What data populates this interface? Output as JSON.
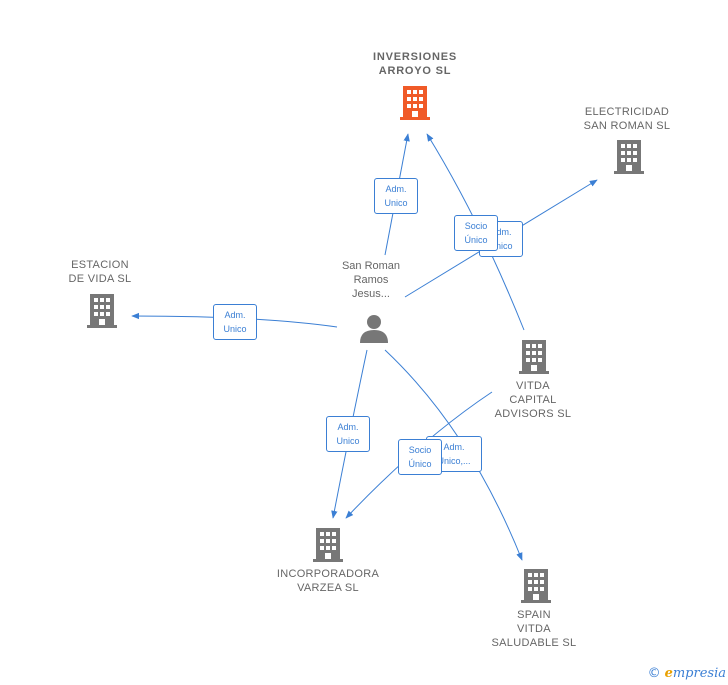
{
  "colors": {
    "edge": "#3b7fd4",
    "company_icon": "#777777",
    "main_company_icon": "#f05a28",
    "person_icon": "#777777",
    "label_text": "#666666"
  },
  "nodes": {
    "inversiones": {
      "label": "INVERSIONES\nARROYO  SL",
      "icon": "building-icon"
    },
    "electricidad": {
      "label": "ELECTRICIDAD\nSAN ROMAN SL",
      "icon": "building-icon"
    },
    "estacion": {
      "label": "ESTACION\nDE VIDA SL",
      "icon": "building-icon"
    },
    "person": {
      "label": "San Roman\nRamos\nJesus...",
      "icon": "person-icon"
    },
    "vitda_capital": {
      "label": "VITDA\nCAPITAL\nADVISORS  SL",
      "icon": "building-icon"
    },
    "incorporadora": {
      "label": "INCORPORADORA\nVARZEA  SL",
      "icon": "building-icon"
    },
    "spain_vitda": {
      "label": "SPAIN\nVITDA\nSALUDABLE SL",
      "icon": "building-icon"
    }
  },
  "edge_labels": {
    "person_inversiones": "Adm.\nUnico",
    "person_electricidad": "Adm.\nUnico",
    "vitda_inversiones": "Socio\nÚnico",
    "person_estacion": "Adm.\nUnico",
    "person_incorporadora": "Adm.\nUnico",
    "person_spain": "Adm.\nUnico,...",
    "vitda_incorporadora": "Socio\nÚnico"
  },
  "footer": {
    "copyright": "©",
    "brand_initial": "e",
    "brand_rest": "mpresia"
  }
}
